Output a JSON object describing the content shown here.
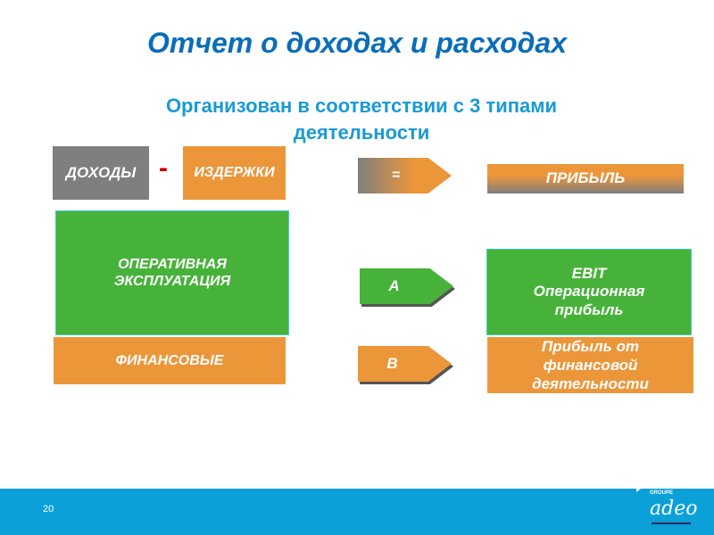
{
  "title": "Отчет о доходах и расходах",
  "subtitle": "Организован в соответствии с 3 типами деятельности",
  "row1": {
    "income": "ДОХОДЫ",
    "minus": "-",
    "costs": "ИЗДЕРЖКИ",
    "equals": "=",
    "result": "ПРИБЫЛЬ"
  },
  "row2": {
    "label": "ОПЕРАТИВНАЯ ЭКСПЛУАТАЦИЯ",
    "arrow": "A",
    "result": "EBIT Операционная прибыль"
  },
  "row3": {
    "label": "ФИНАНСОВЫЕ",
    "arrow": "B",
    "result": "Прибыль от финансовой деятельности"
  },
  "footer": {
    "page": "20",
    "logo_group": "GROUPE",
    "logo": "adeo"
  }
}
